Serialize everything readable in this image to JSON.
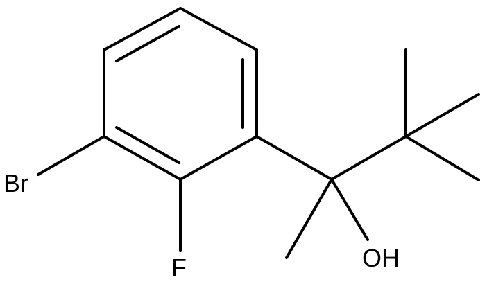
{
  "molecule": {
    "atom_labels": {
      "bromine": "Br",
      "fluorine": "F",
      "hydroxyl": "OH"
    },
    "colors": {
      "bond": "#000000",
      "label": "#000000",
      "background": "#ffffff"
    }
  }
}
